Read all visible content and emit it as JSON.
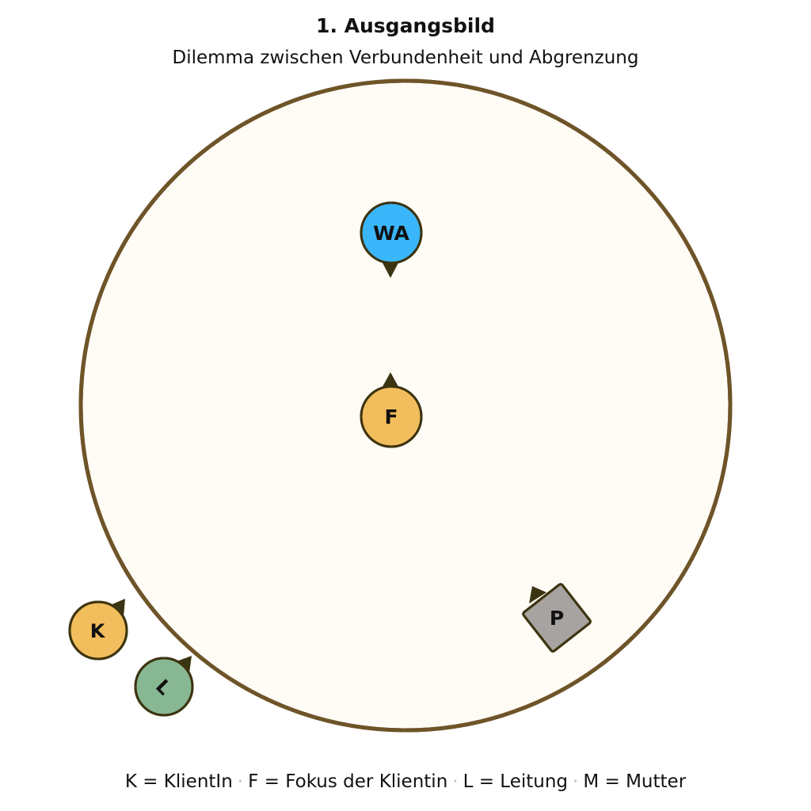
{
  "header": {
    "title": "1. Ausgangsbild",
    "subtitle": "Dilemma zwischen Verbundenheit und Abgrenzung"
  },
  "colors": {
    "field_fill": "#fffcf6",
    "field_border": "#6e5428",
    "node_border": "#3d3410",
    "pointer": "#3a3413",
    "wa": "#3ab6fb",
    "f": "#f2bd5c",
    "k": "#f2bd5c",
    "l": "#88b893",
    "p": "#a7a3a1"
  },
  "nodes": {
    "wa": {
      "label": "WA",
      "icon": "circle-figure"
    },
    "f": {
      "label": "F",
      "icon": "circle-figure"
    },
    "k": {
      "label": "K",
      "icon": "circle-figure"
    },
    "l": {
      "label": "L",
      "icon": "circle-figure"
    },
    "p": {
      "label": "P",
      "icon": "square-figure"
    }
  },
  "legend": {
    "k": "K = KlientIn",
    "f": "F = Fokus der Klientin",
    "l": "L = Leitung",
    "m": "M = Mutter",
    "separator": "·"
  }
}
